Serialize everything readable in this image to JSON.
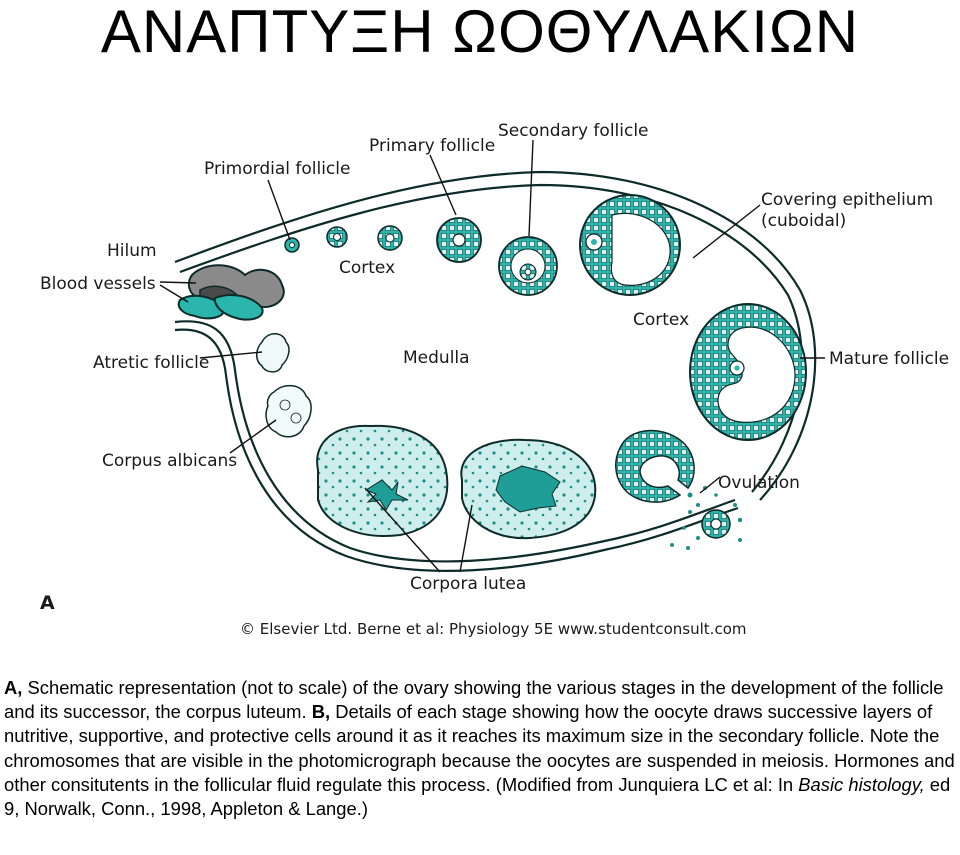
{
  "title": "ΑΝΑΠΤΥΞΗ ΩΟΘΥΛΑΚΙΩΝ",
  "figure": {
    "labels": {
      "secondary_follicle": "Secondary follicle",
      "primary_follicle": "Primary follicle",
      "primordial_follicle": "Primordial follicle",
      "covering_epithelium_1": "Covering epithelium",
      "covering_epithelium_2": "(cuboidal)",
      "hilum": "Hilum",
      "blood_vessels": "Blood vessels",
      "cortex_top": "Cortex",
      "cortex_right": "Cortex",
      "atretic_follicle": "Atretic follicle",
      "medulla": "Medulla",
      "mature_follicle": "Mature follicle",
      "corpus_albicans": "Corpus albicans",
      "ovulation": "Ovulation",
      "corpora_lutea": "Corpora lutea"
    },
    "panel_letter": "A",
    "credit": "© Elsevier Ltd. Berne et al: Physiology 5E www.studentconsult.com",
    "colors": {
      "tissue": "#2ab5ad",
      "tissue_light": "#cdeeed",
      "outline": "#0d2b29",
      "vessel_gray": "#8a8a8a",
      "vessel_dark": "#4a4a4a"
    }
  },
  "caption": {
    "a_label": "A,",
    "a_text": " Schematic representation (not to scale) of the ovary showing the various stages in the development of the follicle and its successor, the corpus luteum. ",
    "b_label": "B,",
    "b_text": " Details of each stage showing how the oocyte draws successive layers of nutritive, supportive, and protective cells around it as it reaches its maximum size in the secondary follicle. Note the chromosomes that are visible in the photomicrograph because the oocytes are suspended in meiosis. Hormones and other consitutents in the follicular fluid regulate this process. (Modified from Junquiera LC et al: In ",
    "book": "Basic histology,",
    "tail": " ed 9, Norwalk, Conn., 1998, Appleton & Lange.)"
  }
}
